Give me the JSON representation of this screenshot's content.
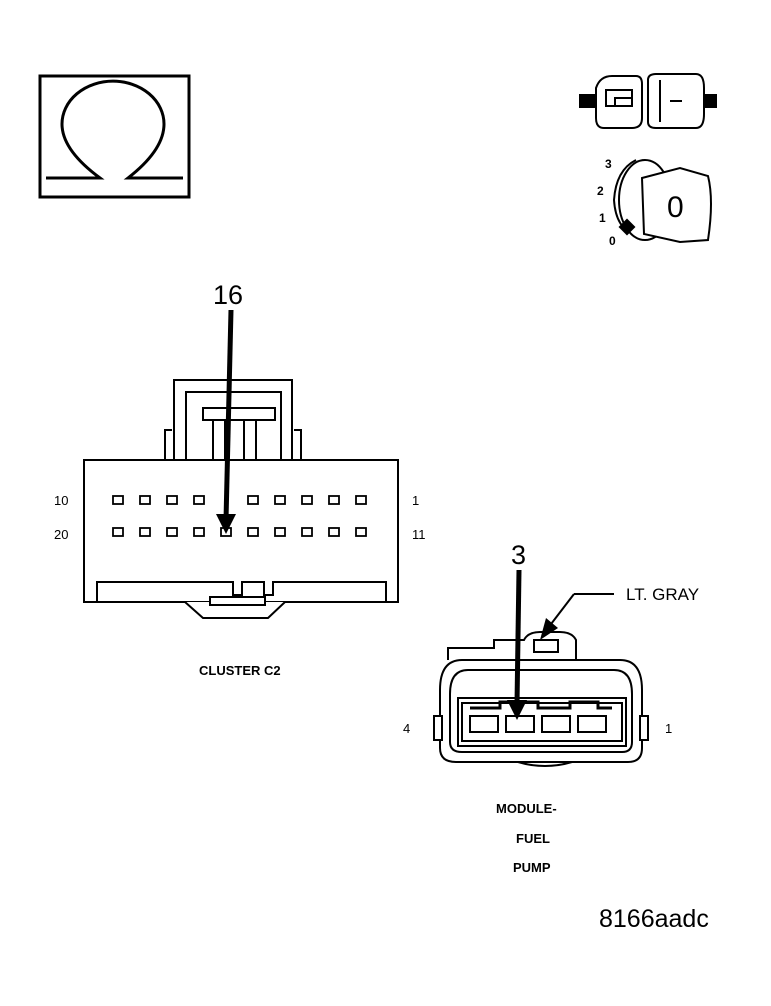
{
  "meter_icon": {
    "symbol": "Ω",
    "icon": "ohmmeter-icon"
  },
  "ignition": {
    "icon": "ignition-key-icon",
    "positions": [
      "3",
      "2",
      "1",
      "0"
    ],
    "key_label": "0"
  },
  "cluster_connector": {
    "name": "CLUSTER C2",
    "callout_pin": "16",
    "row_top": {
      "left_label": "10",
      "right_label": "1"
    },
    "row_bottom": {
      "left_label": "20",
      "right_label": "11"
    },
    "cavities_per_row": 10
  },
  "fuel_pump_connector": {
    "name_lines": [
      "MODULE-",
      "FUEL",
      "PUMP"
    ],
    "callout_pin": "3",
    "color_note": "LT. GRAY",
    "left_label": "4",
    "right_label": "1",
    "cavities": 4
  },
  "figure_id": "8166aadc"
}
